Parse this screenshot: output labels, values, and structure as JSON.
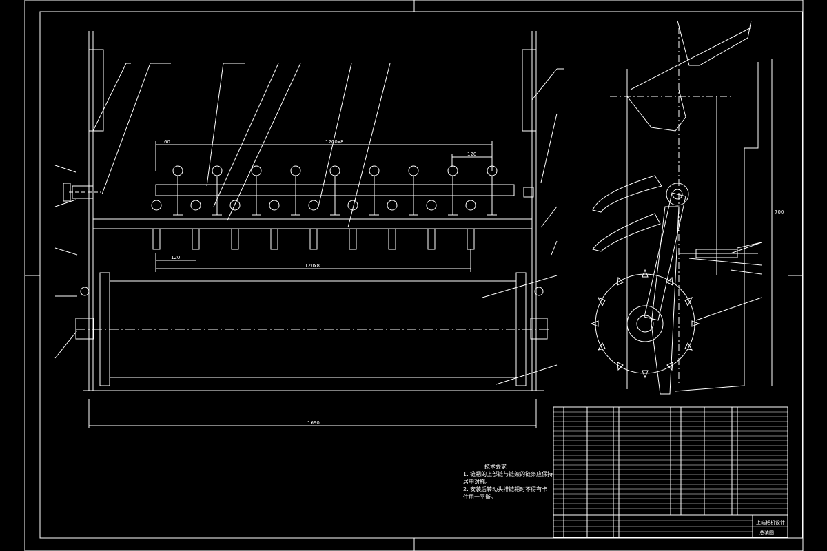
{
  "dimensions": {
    "top_span": "1200x8",
    "top_pitch_left": "60",
    "top_pitch_right": "120",
    "lower_pitch": "120",
    "lower_span": "120x8",
    "overall_width": "1690",
    "side_height": "700"
  },
  "technical_requirements": {
    "title": "技术要求",
    "lines": [
      "1. 链耙的上部链与链架的链条应保持",
      "居中对称。",
      "2. 安装后转动头排链耙时不得有卡",
      "住用一平衡。"
    ]
  },
  "title_block": {
    "drawing_title": "上端耙机设计",
    "subtitle": "总装图"
  },
  "colors": {
    "background": "#000000",
    "linework": "#ffffff"
  }
}
